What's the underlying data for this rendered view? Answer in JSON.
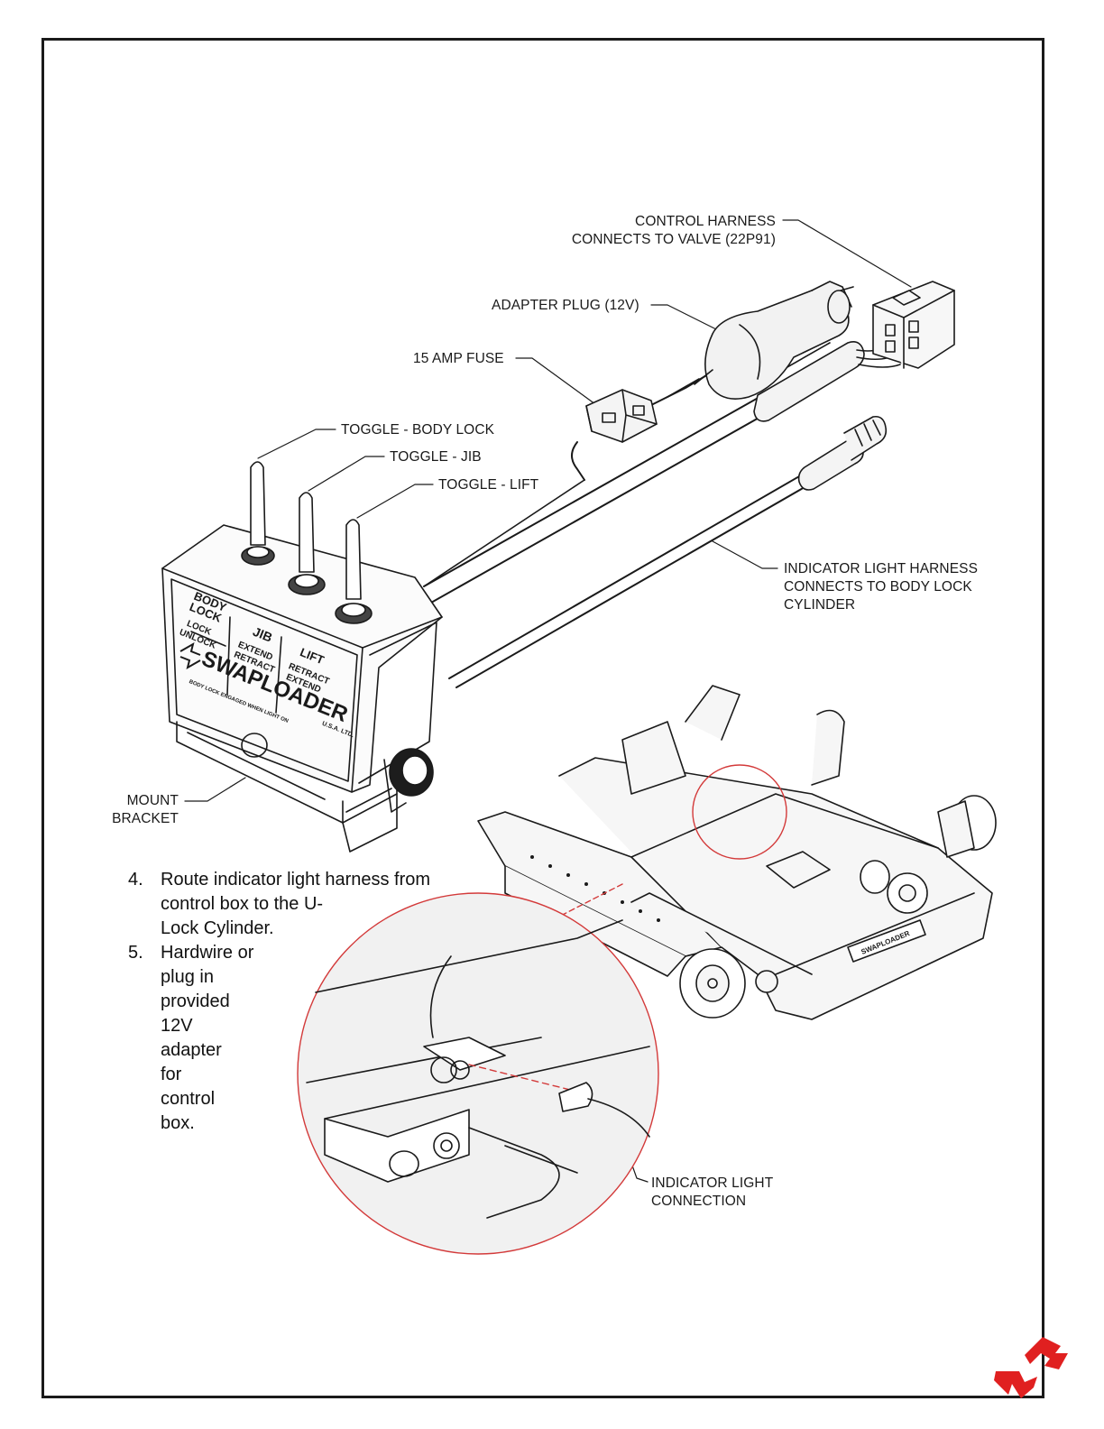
{
  "labels": {
    "control_harness": [
      "CONTROL HARNESS",
      "CONNECTS TO VALVE (22P91)"
    ],
    "adapter_plug": "ADAPTER PLUG (12V)",
    "fuse": "15 AMP FUSE",
    "toggle_body_lock": "TOGGLE - BODY LOCK",
    "toggle_jib": "TOGGLE - JIB",
    "toggle_lift": "TOGGLE - LIFT",
    "indicator_harness": [
      "INDICATOR LIGHT HARNESS",
      "CONNECTS TO BODY LOCK",
      "CYLINDER"
    ],
    "mount_bracket": [
      "MOUNT",
      "BRACKET"
    ],
    "indicator_connection": [
      "INDICATOR LIGHT",
      "CONNECTION"
    ]
  },
  "box_face": {
    "body_lock": [
      "BODY",
      "LOCK"
    ],
    "lock": "LOCK",
    "unlock": "UNLOCK",
    "jib": "JIB",
    "extend": "EXTEND",
    "retract": "RETRACT",
    "lift": "LIFT",
    "brand": "SWAPLOADER",
    "usa": "U.S.A. LTD.",
    "note": "BODY LOCK ENGAGED WHEN LIGHT ON"
  },
  "frame_plate": "SWAPLOADER",
  "steps": [
    {
      "num": "4.",
      "lines": [
        "Route indicator light harness from",
        "control box to the U-",
        "Lock Cylinder."
      ]
    },
    {
      "num": "5.",
      "lines": [
        "Hardwire or",
        "plug in",
        "provided",
        "12V",
        "adapter",
        "for",
        "control",
        "box."
      ]
    }
  ],
  "colors": {
    "line": "#1a1a1a",
    "detail_circle": "#d33a3a",
    "logo": "#e02020"
  },
  "icons": {
    "corner_logo": "swaploader-arrows-logo",
    "box_logo": "swaploader-arrows-icon"
  }
}
